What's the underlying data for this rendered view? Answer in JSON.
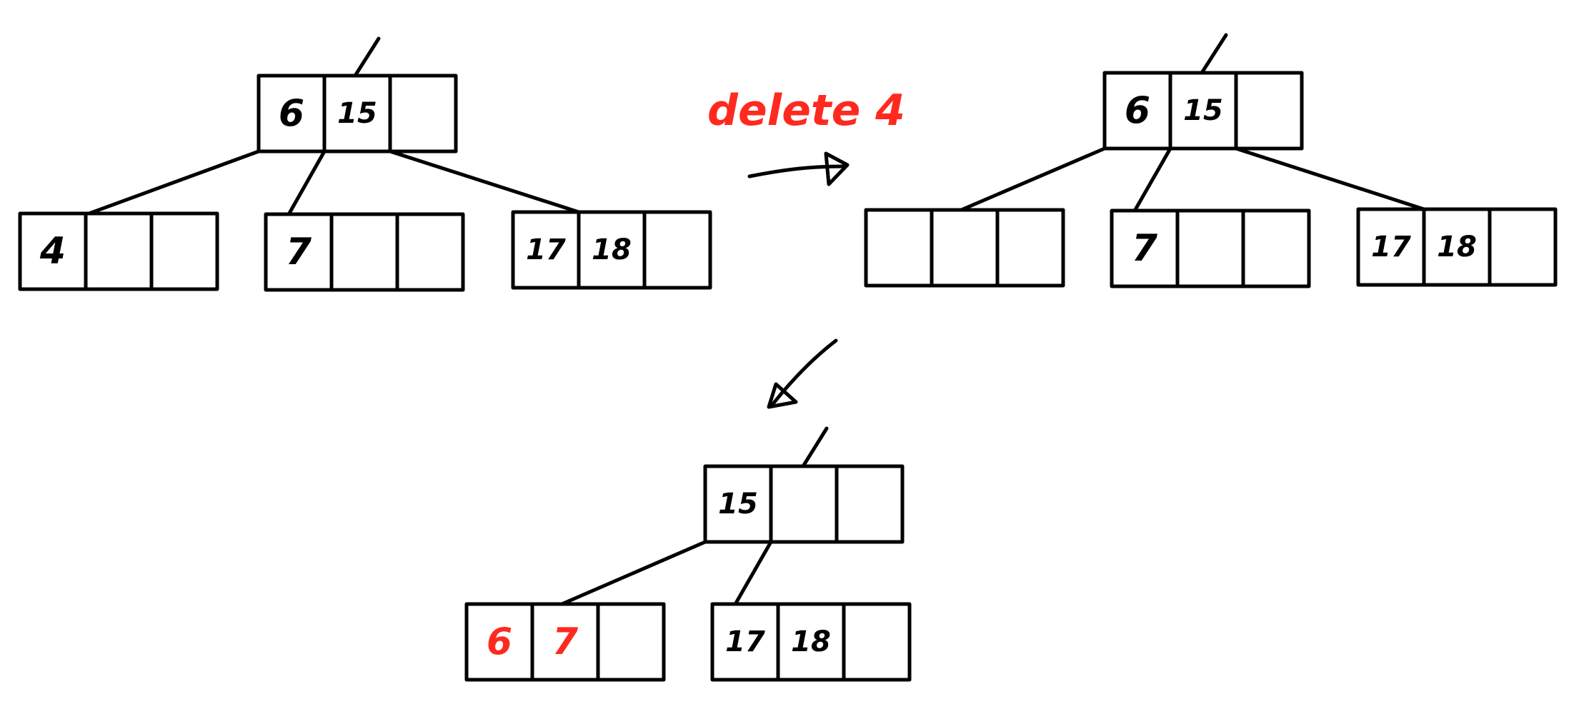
{
  "colors": {
    "ink": "#000000",
    "highlight": "#ff2a1f"
  },
  "caption": {
    "text": "delete 4",
    "color": "#ff2a1f"
  },
  "trees": [
    {
      "name": "before",
      "nodes": [
        {
          "id": "root",
          "keys": [
            {
              "text": "6"
            },
            {
              "text": "15"
            },
            {
              "text": ""
            }
          ]
        },
        {
          "id": "c1",
          "keys": [
            {
              "text": "4"
            },
            {
              "text": ""
            },
            {
              "text": ""
            }
          ]
        },
        {
          "id": "c2",
          "keys": [
            {
              "text": "7"
            },
            {
              "text": ""
            },
            {
              "text": ""
            }
          ]
        },
        {
          "id": "c3",
          "keys": [
            {
              "text": "17"
            },
            {
              "text": "18"
            },
            {
              "text": ""
            }
          ]
        }
      ]
    },
    {
      "name": "after-delete",
      "nodes": [
        {
          "id": "root",
          "keys": [
            {
              "text": "6"
            },
            {
              "text": "15"
            },
            {
              "text": ""
            }
          ]
        },
        {
          "id": "c1",
          "keys": [
            {
              "text": ""
            },
            {
              "text": ""
            },
            {
              "text": ""
            }
          ]
        },
        {
          "id": "c2",
          "keys": [
            {
              "text": "7"
            },
            {
              "text": ""
            },
            {
              "text": ""
            }
          ]
        },
        {
          "id": "c3",
          "keys": [
            {
              "text": "17"
            },
            {
              "text": "18"
            },
            {
              "text": ""
            }
          ]
        }
      ]
    },
    {
      "name": "after-merge",
      "nodes": [
        {
          "id": "root",
          "keys": [
            {
              "text": "15"
            },
            {
              "text": ""
            },
            {
              "text": ""
            }
          ]
        },
        {
          "id": "c1",
          "keys": [
            {
              "text": "6",
              "color": "#ff2a1f"
            },
            {
              "text": "7",
              "color": "#ff2a1f"
            },
            {
              "text": ""
            }
          ]
        },
        {
          "id": "c2",
          "keys": [
            {
              "text": "17"
            },
            {
              "text": "18"
            },
            {
              "text": ""
            }
          ]
        }
      ]
    }
  ]
}
